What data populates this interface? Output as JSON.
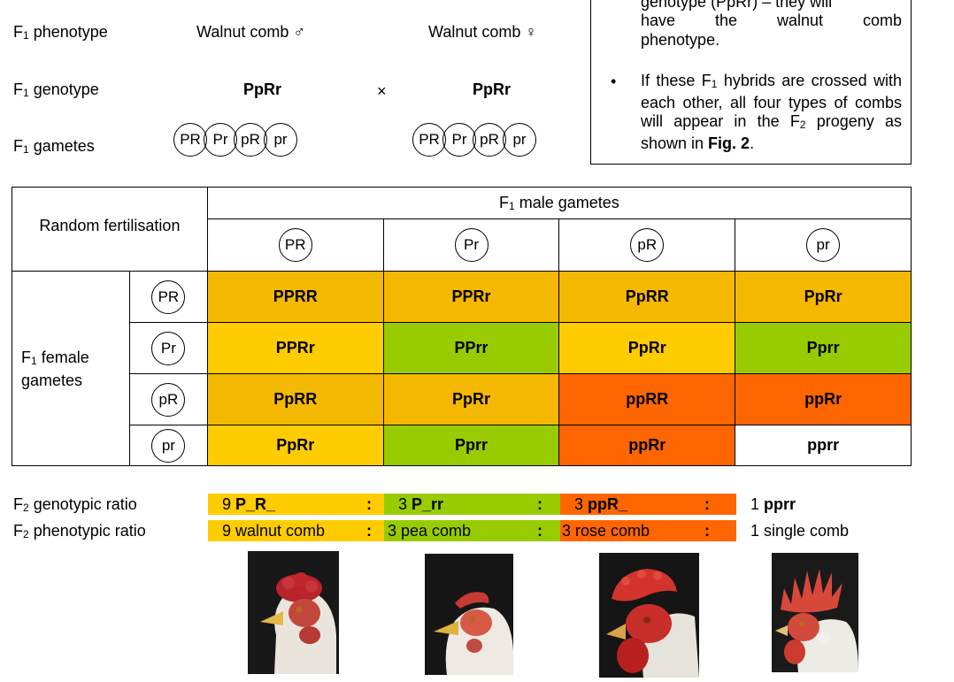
{
  "f1": {
    "phenotype_label": "F",
    "phenotype_label_sub": "1",
    "phenotype_label_rest": " phenotype",
    "male_phenotype": "Walnut comb ♂",
    "female_phenotype": "Walnut comb ♀",
    "genotype_label_rest": " genotype",
    "male_genotype": "PpRr",
    "cross_sign": "×",
    "female_genotype": "PpRr",
    "gametes_label_rest": " gametes",
    "male_gametes": [
      "PR",
      "Pr",
      "pR",
      "pr"
    ],
    "female_gametes": [
      "PR",
      "Pr",
      "pR",
      "pr"
    ]
  },
  "note": {
    "line1": "genotype (PpRr) – they will",
    "line2_words": [
      "have",
      "the",
      "walnut",
      "comb"
    ],
    "line3": "phenotype.",
    "bullet": "•",
    "b2_pre": "If these F",
    "b2_sub": "1",
    "b2_mid": " hybrids are crossed with each other, all four types of combs will appear in the F",
    "b2_sub2": "2",
    "b2_post": " progeny as shown in ",
    "b2_fig": "Fig. 2",
    "b2_end": "."
  },
  "punnett": {
    "corner": "Random fertilisation",
    "male_header_pre": "F",
    "male_header_sub": "1",
    "male_header_rest": " male gametes",
    "female_header_pre": "F",
    "female_header_sub": "1",
    "female_header_rest": " female gametes",
    "male_gametes": [
      "PR",
      "Pr",
      "pR",
      "pr"
    ],
    "female_gametes": [
      "PR",
      "Pr",
      "pR",
      "pr"
    ],
    "rows": [
      [
        "PPRR",
        "PPRr",
        "PpRR",
        "PpRr"
      ],
      [
        "PPRr",
        "PPrr",
        "PpRr",
        "Pprr"
      ],
      [
        "PpRR",
        "PpRr",
        "ppRR",
        "ppRr"
      ],
      [
        "PpRr",
        "Pprr",
        "ppRr",
        "pprr"
      ]
    ],
    "colors": {
      "walnut": "#ffcc00",
      "pea": "#99cc00",
      "rose": "#ff6600",
      "single": "#ffffff"
    }
  },
  "ratios": {
    "genotypic_label_pre": "F",
    "genotypic_label_sub": "2",
    "genotypic_label_rest": " genotypic ratio",
    "phenotypic_label_pre": "F",
    "phenotypic_label_sub": "2",
    "phenotypic_label_rest": " phenotypic ratio",
    "colon": ":",
    "genotypic": [
      {
        "num": "9 ",
        "geno": "P_R_"
      },
      {
        "num": "3 ",
        "geno": "P_rr"
      },
      {
        "num": "3 ",
        "geno": "ppR_"
      },
      {
        "num": "1 ",
        "geno": "pprr"
      }
    ],
    "phenotypic": [
      "9 walnut comb",
      "3 pea comb",
      "3 rose comb",
      "1 single comb"
    ]
  },
  "photos": [
    "walnut-comb-chicken",
    "pea-comb-chicken",
    "rose-comb-chicken",
    "single-comb-chicken"
  ]
}
